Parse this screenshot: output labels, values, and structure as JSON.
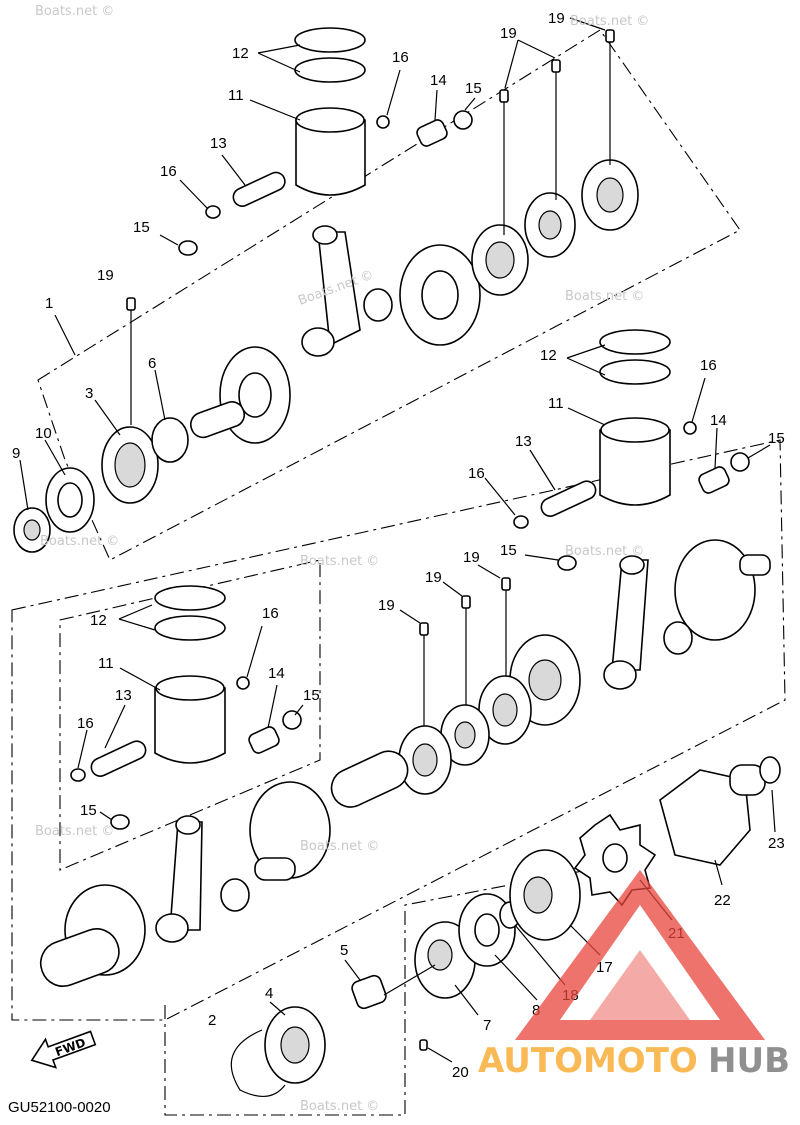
{
  "diagram_code": "GU52100-0020",
  "fwd_label": "FWD",
  "watermarks": [
    "Boats.net ©",
    "Boats.net ©",
    "Boats.net ©",
    "Boats.net ©",
    "Boats.net ©",
    "Boats.net ©",
    "Boats.net ©",
    "Boats.net ©",
    "Boats.net ©",
    "Boats.net ©"
  ],
  "brand": {
    "part1": "AUTOMOTO",
    "part2": "HUB",
    "accent_color": "#f7a21b",
    "gray_color": "#6b6b6b",
    "triangle_color": "#e8453c"
  },
  "callouts": {
    "c1": "1",
    "c2": "2",
    "c3": "3",
    "c4": "4",
    "c5": "5",
    "c6": "6",
    "c7": "7",
    "c8": "8",
    "c9": "9",
    "c10": "10",
    "c11a": "11",
    "c11b": "11",
    "c11c": "11",
    "c12a": "12",
    "c12b": "12",
    "c12c": "12",
    "c13a": "13",
    "c13b": "13",
    "c13c": "13",
    "c14a": "14",
    "c14b": "14",
    "c14c": "14",
    "c15a": "15",
    "c15b": "15",
    "c15c": "15",
    "c15d": "15",
    "c15e": "15",
    "c15f": "15",
    "c16a": "16",
    "c16b": "16",
    "c16c": "16",
    "c16d": "16",
    "c16e": "16",
    "c16f": "16",
    "c17": "17",
    "c18": "18",
    "c19a": "19",
    "c19b": "19",
    "c19c": "19",
    "c19d": "19",
    "c19e": "19",
    "c19f": "19",
    "c20": "20",
    "c21": "21",
    "c22": "22",
    "c23": "23"
  }
}
